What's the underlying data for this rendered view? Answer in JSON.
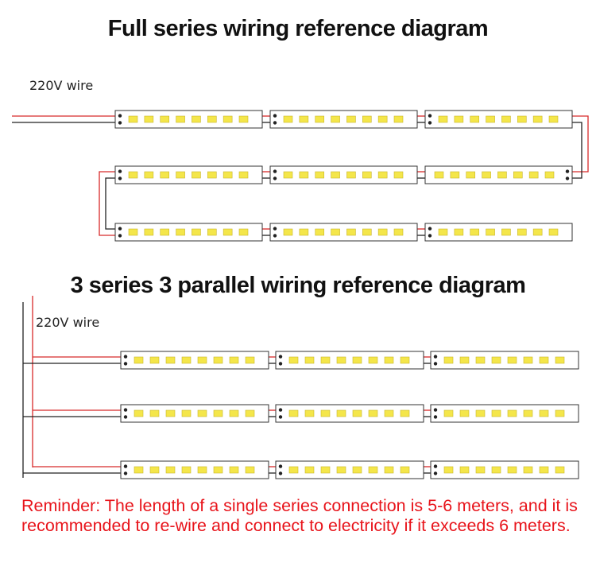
{
  "diagrams": [
    {
      "title": "Full series wiring reference diagram",
      "wire_label": "220V wire"
    },
    {
      "title": "3 series 3 parallel wiring reference diagram",
      "wire_label": "220V wire"
    }
  ],
  "reminder": "Reminder: The length of a single series connection is 5-6 meters, and it is recommended to re-wire and connect to electricity if it exceeds 6 meters.",
  "colors": {
    "wire_red": "#d82a2a",
    "wire_black": "#222222",
    "led": "#f4e64a",
    "reminder_text": "#e8141b"
  }
}
